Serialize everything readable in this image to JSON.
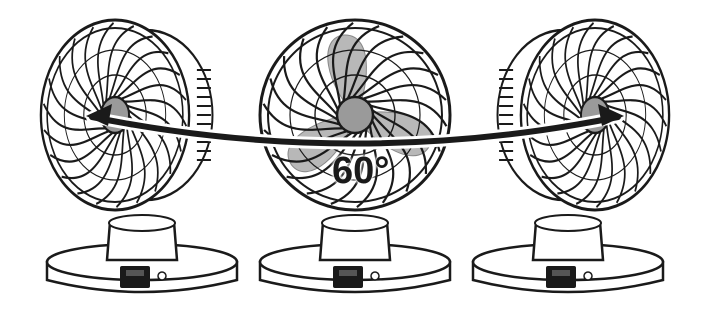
{
  "diagram": {
    "angle_label": "60°",
    "fans": [
      {
        "name": "fan-left",
        "facing": "left"
      },
      {
        "name": "fan-center",
        "facing": "front"
      },
      {
        "name": "fan-right",
        "facing": "right"
      }
    ],
    "colors": {
      "outline": "#1a1a1a",
      "hub": "#9a9a9a",
      "blade": "#b8b8b8",
      "body": "#ffffff",
      "control": "#1a1a1a"
    },
    "icons": [
      "double-headed-arc-arrow-icon"
    ]
  }
}
